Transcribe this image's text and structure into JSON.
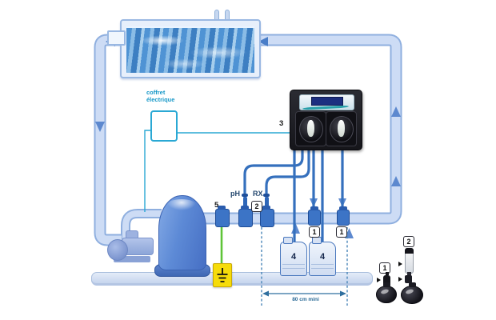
{
  "colors": {
    "pipe_fill": "#cddcf5",
    "pipe_edge": "#8fafdf",
    "tube_blue": "#3570bd",
    "accent_cyan": "#2aa8d4",
    "wire_green": "#5fc438",
    "earth_yellow": "#f6dc0a",
    "unit_body": "#1b1c22",
    "water_blue": "#5c9bd8",
    "floor_fill": "#d8e2f4",
    "dash_blue": "#4a86b8",
    "label_navy": "#23476e",
    "dim_text": "#2a6a96"
  },
  "labels": {
    "coffret_line1": "coffret",
    "coffret_line2": "électrique",
    "ph": "pH",
    "rx": "RX",
    "distance": "80 cm mini"
  },
  "callouts": {
    "unit": "3",
    "ground_tee": "5",
    "rx_kit": "2",
    "injector_left": "1",
    "injector_right": "1",
    "can_left": "4",
    "can_right": "4"
  },
  "legend": {
    "injection_valve": "1",
    "probe_assembly": "2"
  }
}
